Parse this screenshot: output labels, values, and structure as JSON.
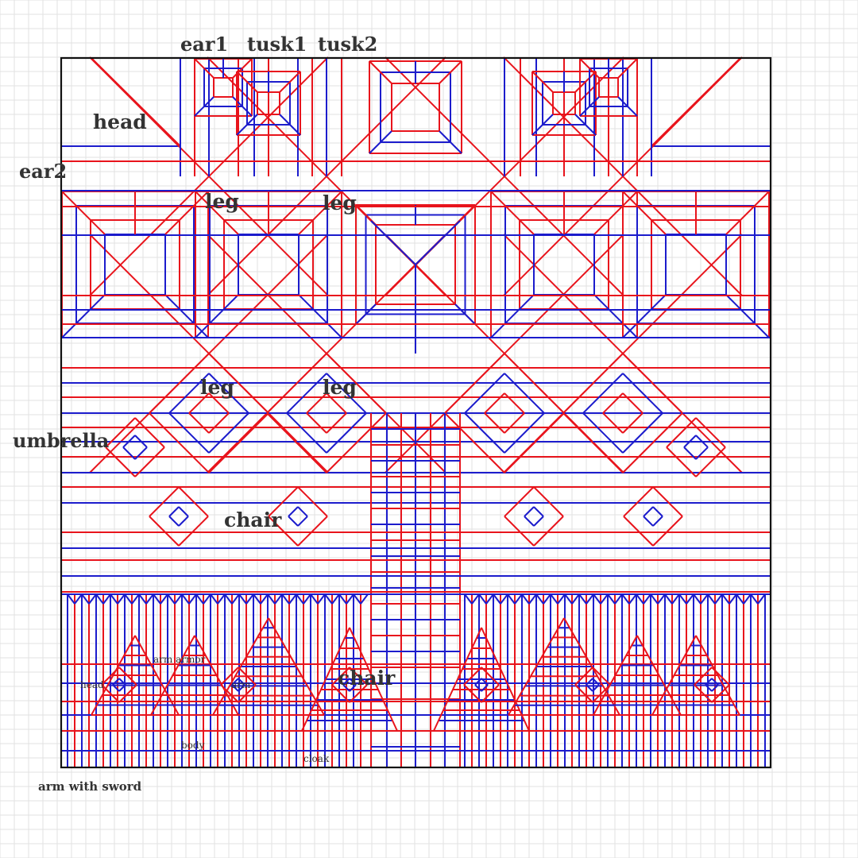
{
  "diagram": {
    "kind": "origami crease pattern",
    "colors": {
      "mountain": "#e8141c",
      "valley": "#1c1ccc",
      "border": "#111111",
      "grid": "#e2e2e2",
      "label": "#333333"
    },
    "labels": {
      "ear1": "ear1",
      "tusk1": "tusk1",
      "tusk2": "tusk2",
      "head_top": "head",
      "ear2": "ear2",
      "leg_1": "leg",
      "leg_2": "leg",
      "leg_3": "leg",
      "leg_4": "leg",
      "umbrella": "umbrella",
      "chair_top": "chair",
      "arm_armor": "arm armor",
      "head_bottom": "head",
      "arm": "arm",
      "chair_bottom": "chair",
      "body": "body",
      "cloak": "cloak",
      "arm_with_sword": "arm with sword"
    }
  }
}
